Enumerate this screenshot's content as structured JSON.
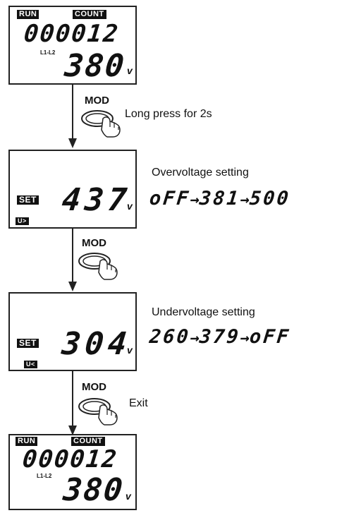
{
  "screen1": {
    "run_badge": "RUN",
    "count_badge": "COUNT",
    "count_value": "000012",
    "phase_label": "L1-L2",
    "voltage_value": "380",
    "unit": "v"
  },
  "step1": {
    "mod_label": "MOD",
    "caption": "Long press for 2s"
  },
  "screen2": {
    "set_badge": "SET",
    "value": "437",
    "unit": "v",
    "mode_badge": "U>"
  },
  "overvoltage": {
    "title": "Overvoltage setting",
    "seq": [
      "oFF",
      "381",
      "500"
    ]
  },
  "step2": {
    "mod_label": "MOD"
  },
  "screen3": {
    "set_badge": "SET",
    "value": "304",
    "unit": "v",
    "mode_badge": "U<"
  },
  "undervoltage": {
    "title": "Undervoltage setting",
    "seq": [
      "260",
      "379",
      "oFF"
    ]
  },
  "step3": {
    "mod_label": "MOD",
    "caption": "Exit"
  },
  "screen4": {
    "run_badge": "RUN",
    "count_badge": "COUNT",
    "count_value": "000012",
    "phase_label": "L1-L2",
    "voltage_value": "380",
    "unit": "v"
  }
}
